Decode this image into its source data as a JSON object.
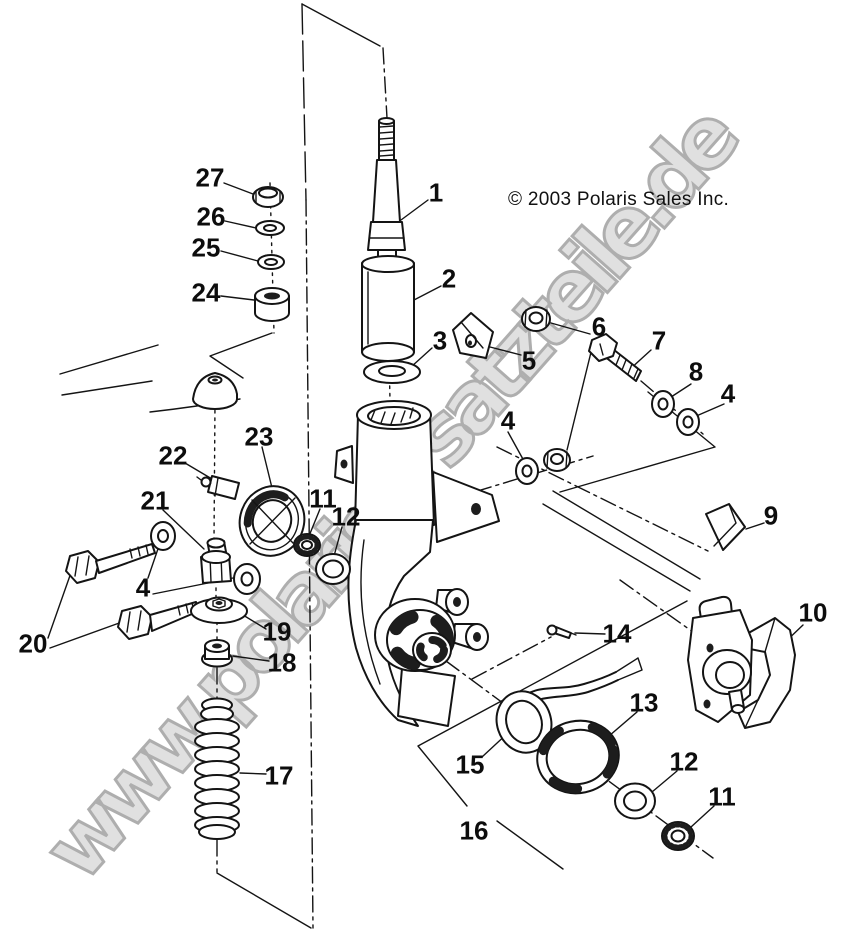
{
  "watermark": "www.polarisersatzteile.de",
  "copyright": "© 2003 Polaris Sales Inc.",
  "callouts": {
    "c1": "1",
    "c2": "2",
    "c3": "3",
    "c4a": "4",
    "c4b": "4",
    "c4c": "4",
    "c5": "5",
    "c6": "6",
    "c7": "7",
    "c8": "8",
    "c9": "9",
    "c10": "10",
    "c11a": "11",
    "c11b": "11",
    "c12a": "12",
    "c12b": "12",
    "c13": "13",
    "c14": "14",
    "c15": "15",
    "c16": "16",
    "c17": "17",
    "c18": "18",
    "c19": "19",
    "c20": "20",
    "c21": "21",
    "c22": "22",
    "c23": "23",
    "c24": "24",
    "c25": "25",
    "c26": "26",
    "c27": "27"
  }
}
